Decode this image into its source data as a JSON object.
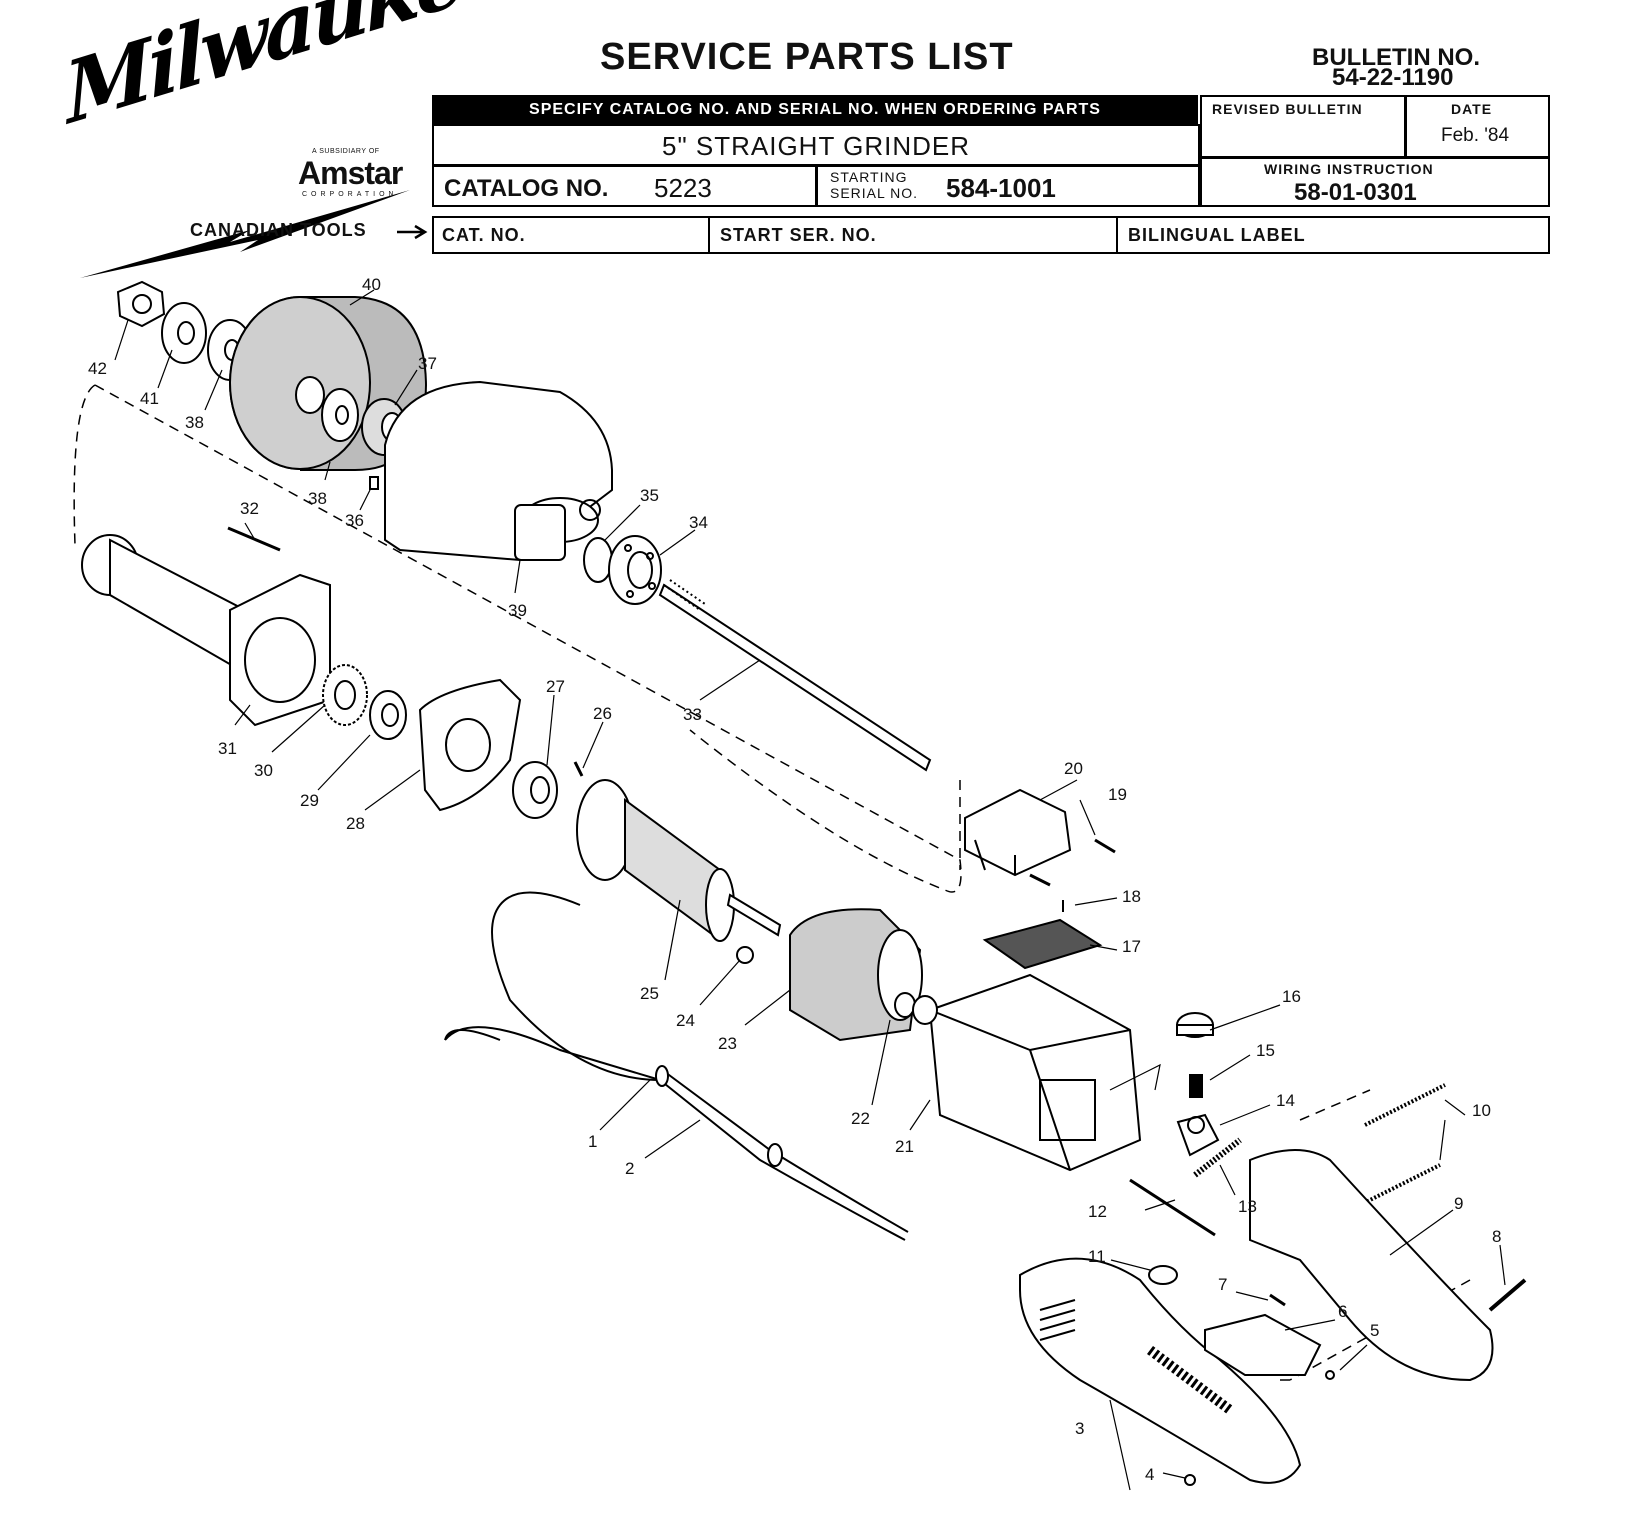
{
  "header": {
    "brand": "Milwaukee",
    "subsidiary_note": "A SUBSIDIARY OF",
    "parent": "Amstar",
    "parent_suffix": "CORPORATION",
    "title": "SERVICE PARTS LIST",
    "bulletin_label": "BULLETIN NO.",
    "bulletin_no": "54-22-1190",
    "specify_note": "SPECIFY CATALOG NO. AND SERIAL NO. WHEN ORDERING PARTS",
    "product": "5\" STRAIGHT GRINDER",
    "catalog_label": "CATALOG NO.",
    "catalog_no": "5223",
    "starting_label_1": "STARTING",
    "starting_label_2": "SERIAL NO.",
    "starting_serial": "584-1001",
    "revised_label": "REVISED BULLETIN",
    "revised_value": "",
    "date_label": "DATE",
    "date_value": "Feb. '84",
    "wiring_label": "WIRING INSTRUCTION",
    "wiring_no": "58-01-0301",
    "canadian_label": "CANADIAN TOOLS",
    "cat_no_label": "CAT. NO.",
    "start_ser_label": "START SER. NO.",
    "bilingual_label": "BILINGUAL LABEL"
  },
  "callouts": [
    "1",
    "2",
    "3",
    "4",
    "5",
    "6",
    "7",
    "8",
    "9",
    "10",
    "11",
    "12",
    "13",
    "14",
    "15",
    "16",
    "17",
    "18",
    "19",
    "20",
    "21",
    "22",
    "23",
    "24",
    "25",
    "26",
    "27",
    "28",
    "29",
    "30",
    "31",
    "32",
    "33",
    "34",
    "35",
    "36",
    "37",
    "38",
    "38",
    "39",
    "40",
    "41",
    "42"
  ]
}
